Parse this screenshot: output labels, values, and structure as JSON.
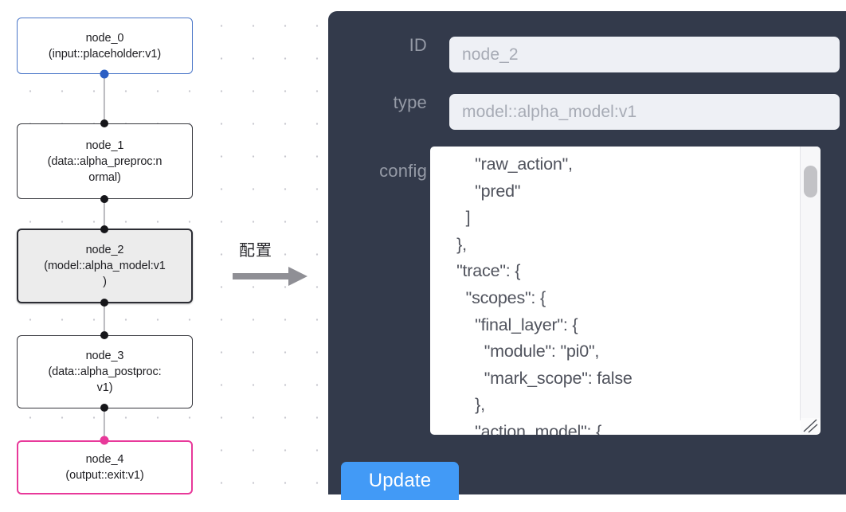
{
  "canvas": {
    "nodes": [
      {
        "id": "node_0",
        "label": "node_0\n(input::placeholder:v1)",
        "kind": "input",
        "selected": false
      },
      {
        "id": "node_1",
        "label": "node_1\n(data::alpha_preproc:n\normal)",
        "kind": "default",
        "selected": false
      },
      {
        "id": "node_2",
        "label": "node_2\n(model::alpha_model:v1\n)",
        "kind": "default",
        "selected": true
      },
      {
        "id": "node_3",
        "label": "node_3\n(data::alpha_postproc:\nv1)",
        "kind": "default",
        "selected": false
      },
      {
        "id": "node_4",
        "label": "node_4\n(output::exit:v1)",
        "kind": "output",
        "selected": false
      }
    ],
    "colors": {
      "input_border": "#4a76c8",
      "output_border": "#e8399a",
      "default_border": "#35363c",
      "selected_fill": "#ececec",
      "edge": "#b9b9be",
      "port": "#16161a"
    }
  },
  "transition": {
    "label": "配置",
    "arrow_color": "#8f8f95"
  },
  "panel": {
    "background": "#333a4b",
    "fields": {
      "id": {
        "label": "ID",
        "value": "node_2",
        "placeholder": "node_2"
      },
      "type": {
        "label": "type",
        "value": "model::alpha_model:v1",
        "placeholder": "model::alpha_model:v1"
      },
      "config": {
        "label": "config",
        "value": "        \"raw_action\",\n        \"pred\"\n      ]\n    },\n    \"trace\": {\n      \"scopes\": {\n        \"final_layer\": {\n          \"module\": \"pi0\",\n          \"mark_scope\": false\n        },\n        \"action_model\": {"
      }
    },
    "update_button": {
      "label": "Update",
      "color": "#429af6"
    },
    "scrollbar": {
      "thumb_color": "#c2c2c6"
    }
  }
}
